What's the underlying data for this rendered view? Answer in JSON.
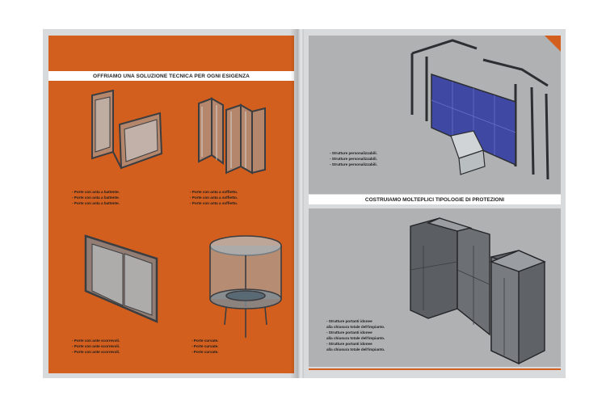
{
  "left_page": {
    "banner": "OFFRIAMO UNA SOLUZIONE TECNICA PER OGNI ESIGENZA",
    "products": [
      {
        "icon": "hinged-door-single-icon",
        "captions": [
          "- Porte con anta a battente.",
          "- Porte con anta a battente.",
          "- Porte con anta a battente."
        ]
      },
      {
        "icon": "folding-door-icon",
        "captions": [
          "- Porte con anta a soffietto.",
          "- Porte con anta a soffietto.",
          "- Porte con anta a soffietto."
        ]
      },
      {
        "icon": "sliding-door-icon",
        "captions": [
          "- Porte con ante scorrevoli.",
          "- Porte con ante scorrevoli.",
          "- Porte con ante scorrevoli."
        ]
      },
      {
        "icon": "circular-enclosure-icon",
        "captions": [
          "- Porte curvate.",
          "- Porte curvate.",
          "- Porte curvate."
        ]
      }
    ]
  },
  "right_page": {
    "top": {
      "icon": "custom-frame-structure-icon",
      "captions": [
        "- Strutture personalizzabili.",
        "- Strutture personalizzabili.",
        "- Strutture personalizzabili."
      ]
    },
    "banner": "COSTRUIAMO MOLTEPLICI TIPOLOGIE DI PROTEZIONI",
    "bottom": {
      "icon": "enclosure-cabinet-icon",
      "captions": [
        "- Strutture portanti idonee",
        "  alla chiusura totale dell'impianto.",
        "- Strutture portanti idonee",
        "  alla chiusura totale dell'impianto.",
        "- Strutture portanti idonee",
        "  alla chiusura totale dell'impianto."
      ]
    }
  },
  "colors": {
    "accent": "#d35f1e",
    "panel": "#b0b1b3"
  }
}
